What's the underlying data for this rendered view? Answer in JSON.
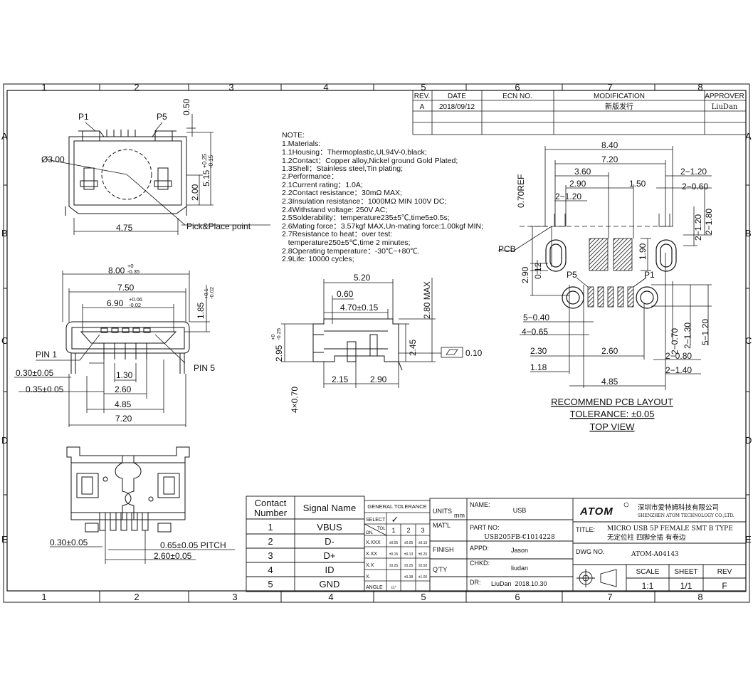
{
  "border": {
    "columns": [
      "1",
      "2",
      "3",
      "4",
      "5",
      "6",
      "7",
      "8"
    ],
    "rows": [
      "A",
      "B",
      "C",
      "D",
      "E"
    ]
  },
  "revision": {
    "headers": [
      "REV.",
      "DATE",
      "ECN NO.",
      "MODIFICATION",
      "APPROVER"
    ],
    "row": [
      "A",
      "2018/09/12",
      "",
      "新版发行",
      "LiuDan"
    ]
  },
  "notes": [
    "NOTE:",
    "1.Materials:",
    "1.1Housing：Thermoplastic,UL94V-0,black;",
    "1.2Contact：Copper alloy,Nickel ground Gold Plated;",
    "1.3Shell：Stainless steel,Tin plating;",
    "2.Performance：",
    "2.1Current rating：1.0A;",
    "2.2Contact resistance：30mΩ MAX;",
    "2.3Insulation resistance：1000MΩ MIN 100V DC;",
    "2.4Withstand voltage: 250V AC;",
    "2.5Solderability：temperature235±5℃,time5±0.5s;",
    "2.6Mating force：3.57kgf MAX,Un-mating force:1.00kgf MIN;",
    "2.7Resistance to heat：over test:",
    "   temperature250±5℃,time 2 minutes;",
    "2.8Operating temperature：-30℃~+80℃.",
    "2.9Life:  10000 cycles;"
  ],
  "top_view": {
    "p1": "P1",
    "p5": "P5",
    "dia": "Ø3.00",
    "d050": "0.50",
    "d475": "4.75",
    "d200": "2.00",
    "d515": "5.15",
    "tol515": "+0.25\n-0.15",
    "pick": "Pick&Place point"
  },
  "front_view": {
    "d800": "8.00",
    "tol800": "+0\n-0.35",
    "d750": "7.50",
    "d690": "6.90",
    "tol690": "+0.06\n-0.02",
    "d185": "1.85",
    "tol185": "+0.1\n-0.02",
    "pin1": "PIN 1",
    "pin5": "PIN 5",
    "d030": "0.30±0.05",
    "d035": "0.35±0.05",
    "d130": "1.30",
    "d260": "2.60",
    "d485": "4.85",
    "d720": "7.20"
  },
  "side_view": {
    "d520": "5.20",
    "d060": "0.60",
    "d470": "4.70±0.15",
    "d280": "2.80 MAX",
    "d245": "2.45",
    "d295": "2.95",
    "tol295": "+0\n-0.25",
    "d215": "2.15",
    "d290": "2.90",
    "d4x070": "4×0.70",
    "flat": "0.10"
  },
  "bottom_view": {
    "d030": "0.30±0.05",
    "d065": "0.65±0.05 PITCH",
    "d260": "2.60±0.05"
  },
  "pcb_layout": {
    "d840": "8.40",
    "d720": "7.20",
    "d360": "3.60",
    "d290": "2.90",
    "d150": "1.50",
    "d2120a": "2−1.20",
    "d2060": "2−0.60",
    "d2120b": "2−1.20",
    "d070ref": "0.70REF",
    "d2180": "2−1.80",
    "d2120c": "2−1.20",
    "d190": "1.90",
    "pcb": "PCB",
    "d012": "0.12",
    "d290v": "2.90",
    "p5": "P5",
    "p1": "P1",
    "d5040": "5−0.40",
    "d4065": "4−0.65",
    "d230": "2.30",
    "d260": "2.60",
    "d118": "1.18",
    "d485": "4.85",
    "d2070": "2−0.70",
    "d2130": "2−1.30",
    "d5120": "5−1.20",
    "d2080": "2−0.80",
    "d2140": "2−1.40",
    "caption1": "RECOMMEND PCB LAYOUT",
    "caption2": "TOLERANCE: ±0.05",
    "caption3": "TOP VIEW"
  },
  "pin_table": {
    "headers": [
      "Contact Number",
      "Signal Name"
    ],
    "rows": [
      [
        "1",
        "VBUS"
      ],
      [
        "2",
        "D-"
      ],
      [
        "3",
        "D+"
      ],
      [
        "4",
        "ID"
      ],
      [
        "5",
        "GND"
      ]
    ]
  },
  "tolerance": {
    "title": "GENERAL TOLERANCE",
    "select": "SELECT",
    "tol": "TOL",
    "on": "ON.",
    "check": "✓",
    "cols": [
      "1",
      "2",
      "3"
    ],
    "rows": [
      [
        "X.XXX",
        "±0.05",
        "±0.05",
        "±0.15"
      ],
      [
        "X.XX",
        "±0.15",
        "±0.13",
        "±0.25"
      ],
      [
        "X.X",
        "±0.25",
        "±0.25",
        "±0.50"
      ],
      [
        "X.",
        "",
        "±0.38",
        "±1.00"
      ],
      [
        "ANGLE",
        "±1°",
        "",
        ""
      ]
    ]
  },
  "title_block": {
    "units": "UNITS",
    "mm": "mm",
    "matl": "MAT'L",
    "finish": "FINISH",
    "qty": "Q'TY",
    "name_label": "NAME:",
    "name": "USB",
    "partno_label": "PART NO:",
    "partno": "USB205FB-€1014228",
    "appd_label": "APPD:",
    "appd": "Jason",
    "chkd_label": "CHKD:",
    "chkd": "liudan",
    "dr_label": "DR:",
    "dr": "LiuDan  2018.10.30",
    "logo": "ATOM",
    "company_cn": "深圳市爱特姆科技有限公司",
    "company_en": "SHENZHEN ATOM TECHNOLOGY CO.,LTD.",
    "title_label": "TITLE:",
    "title_line1": "MICRO USB 5P FEMALE SMT B TYPE",
    "title_line2": "无定位柱 四脚全插 有卷边",
    "dwg_label": "DWG NO.",
    "dwg": "ATOM-A04143",
    "scale_label": "SCALE",
    "scale": "1:1",
    "sheet_label": "SHEET",
    "sheet": "1/1",
    "rev_label": "REV",
    "rev": "F"
  }
}
